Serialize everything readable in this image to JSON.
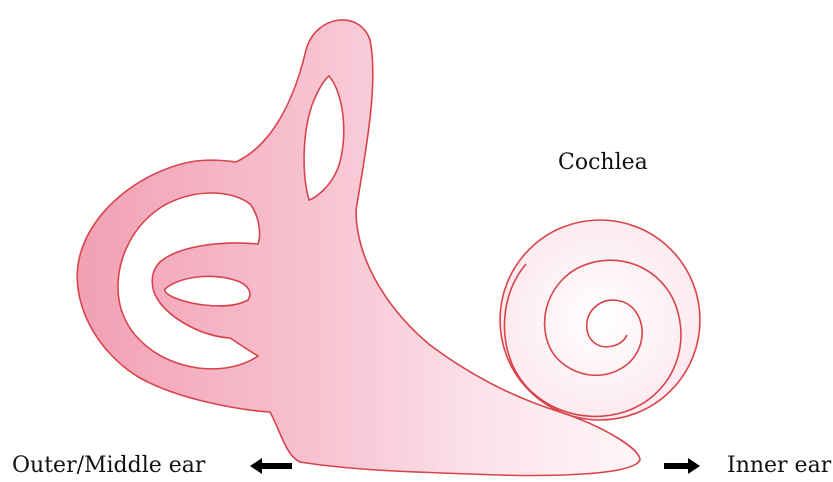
{
  "labels": {
    "cochlea": "Cochlea",
    "outer_middle": "Outer/Middle ear",
    "inner": "Inner ear"
  },
  "colors": {
    "outline": "#d9434a",
    "fill_dark": "#f2a0b0",
    "fill_light": "#fdeef2",
    "arrow": "#000000"
  }
}
